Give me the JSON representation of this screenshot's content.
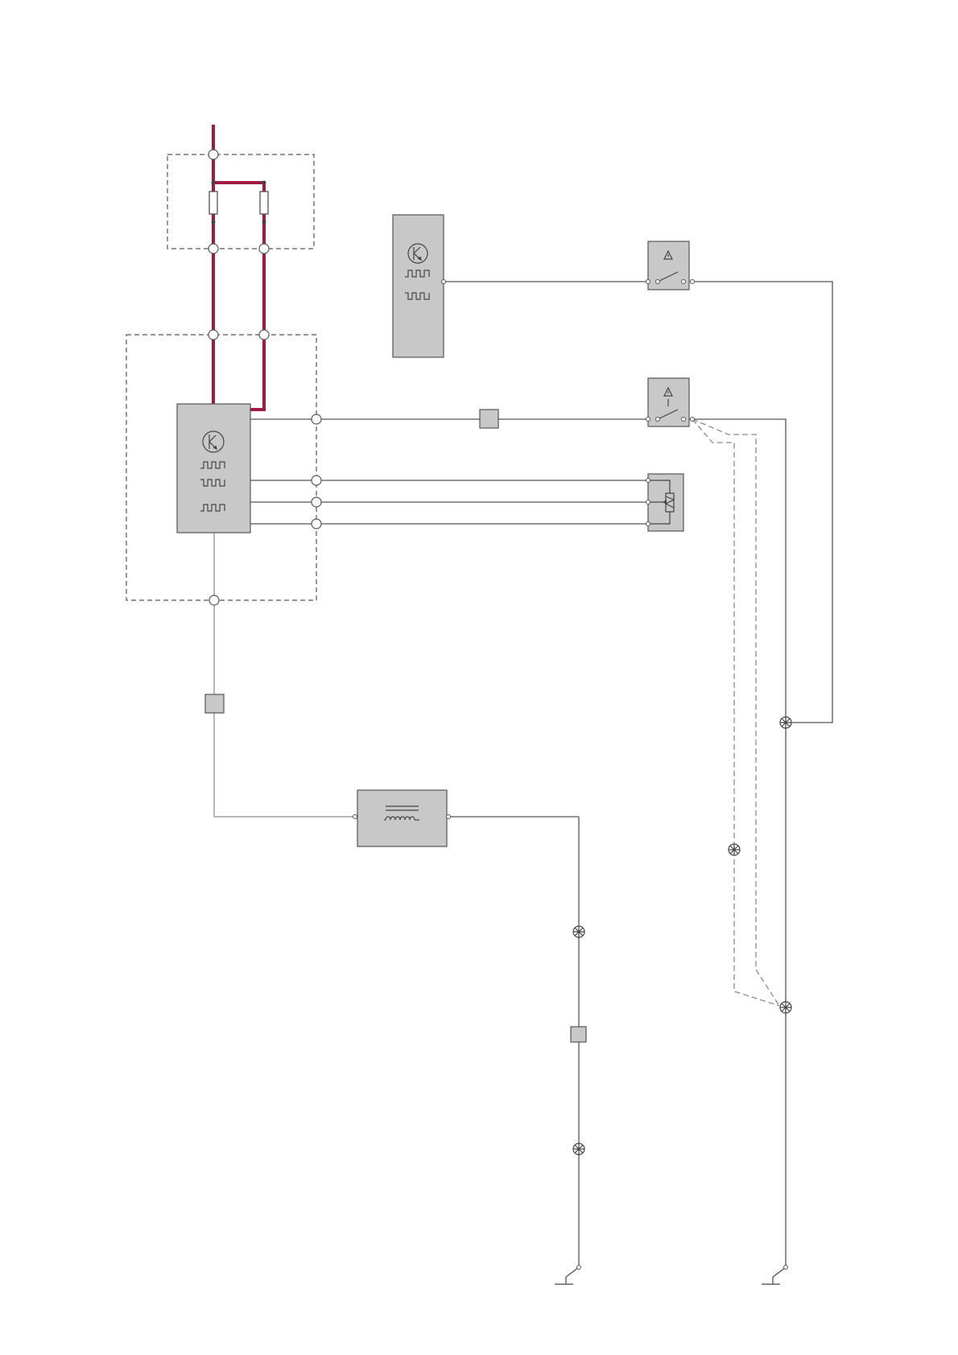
{
  "colors": {
    "power_wire": "#a01c3e",
    "component_fill": "#c8c8c8",
    "line": "#555555",
    "background": "#ffffff"
  },
  "components": [
    {
      "id": "fuse-box",
      "type": "fuse-holder",
      "fuses": 2
    },
    {
      "id": "control-module",
      "type": "electronic-control-module",
      "signal_symbols": 3
    },
    {
      "id": "sensor-module",
      "type": "electronic-module",
      "signal_symbols": 2
    },
    {
      "id": "switch-upper",
      "type": "switch-normally-open"
    },
    {
      "id": "switch-lower",
      "type": "switch-normally-open"
    },
    {
      "id": "potentiometer",
      "type": "position-sensor"
    },
    {
      "id": "coil-component",
      "type": "inductive-coil"
    },
    {
      "id": "ground-left",
      "type": "chassis-ground"
    },
    {
      "id": "ground-right",
      "type": "chassis-ground"
    }
  ],
  "connectors": {
    "inline": 3,
    "splices": 5
  },
  "screened_cable": true
}
